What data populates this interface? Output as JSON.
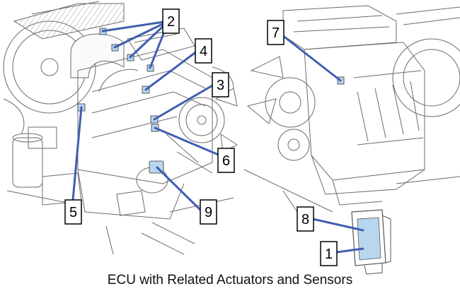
{
  "caption": "ECU with Related Actuators and Sensors",
  "colors": {
    "leader": "#3f5fb0",
    "component": "#b8d7ee",
    "line": "#6b6b6b",
    "box": "#000000"
  },
  "labels": [
    "1",
    "2",
    "3",
    "4",
    "5",
    "6",
    "7",
    "8",
    "9"
  ]
}
